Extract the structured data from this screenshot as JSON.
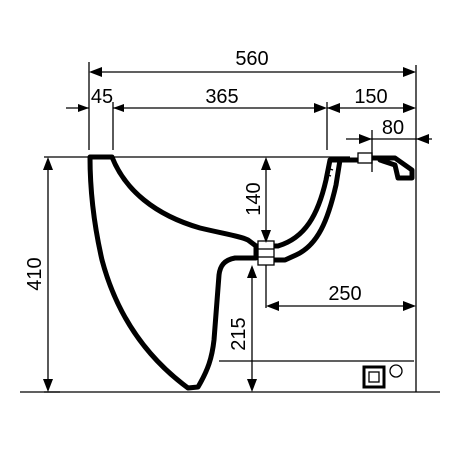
{
  "dimensions": {
    "total_width": "560",
    "left_rim": "45",
    "bowl_width": "365",
    "rear_depth": "150",
    "mount_offset": "80",
    "height": "410",
    "drain_depth": "140",
    "outlet_distance": "250",
    "outlet_height": "215"
  }
}
